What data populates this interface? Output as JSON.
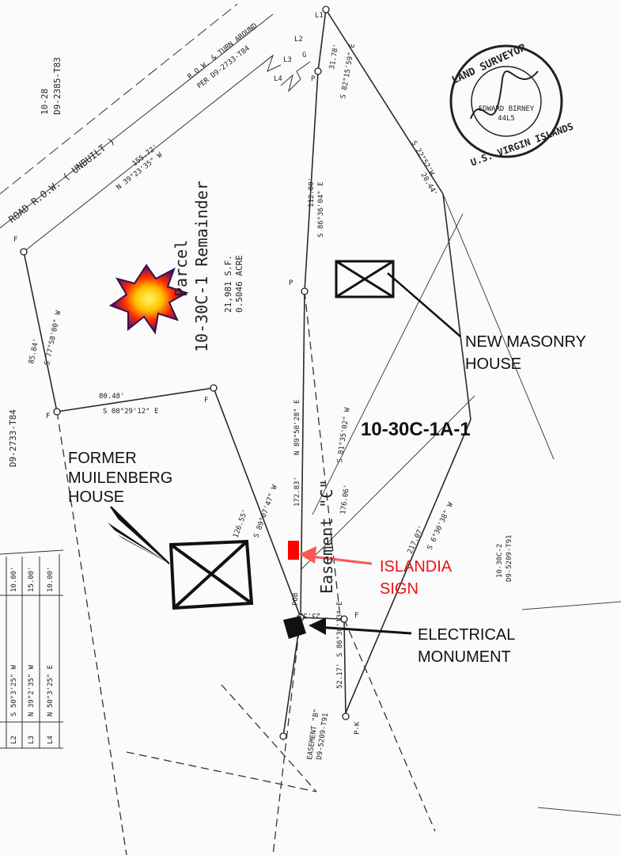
{
  "map": {
    "ref_top_left": [
      "10-28",
      "D9-2385-T83"
    ],
    "ref_left_vertical": "D9-2733-T84",
    "road_row": "ROAD R.O.W. ( UNBUILT )",
    "row_turn": [
      "R.O.W. & TURN AROUND",
      "PER D9-2733-T84"
    ],
    "bearings": {
      "b1": "155.72'",
      "b1b": "N 39°23'35\" W",
      "b2": "85.84'",
      "b2b": "S 77°58'00\" W",
      "b3": "80.48'",
      "b3b": "S 08°29'12\" E",
      "b4": "126.55'",
      "b4b": "S 89°07'47\" W",
      "b5": "112.80'",
      "b5b": "S 86°36'04\" E",
      "b6": "31.78'",
      "b6b": "S 82°15'59\" E",
      "b7": "172.83'",
      "b7b": "N 89°50'28\" E",
      "b8": "176.06'",
      "b8b": "S 81°35'02\" W",
      "b9": "217.07'",
      "b9b": "S 6°30'38\" W",
      "b10": "20.44'",
      "b10b": "S 22°52'W",
      "b11": "52.17'",
      "b11b": "S 86°30'13\" E",
      "b12": "23.32'"
    },
    "parcel_remainder": [
      "Parcel",
      "10-30C-1 Remainder"
    ],
    "parcel_area": [
      "21,981 S.F.",
      "0.5046 ACRE"
    ],
    "parcel_main": "10-30C-1A-1",
    "easement_c": "Easement \"C\"",
    "easement_b": [
      "EASEMENT \"B\"",
      "D9-5209-T91"
    ],
    "right_ref": [
      "10-30C-2",
      "D9-5209-T91"
    ],
    "points": {
      "F": "F",
      "P": "P",
      "POB": "POB",
      "PK": "P-K",
      "L1": "L1",
      "L2": "L2",
      "L3": "L3",
      "L4": "L4",
      "G": "G",
      "C": "C"
    },
    "table": [
      {
        "id": "L2",
        "bearing": "S 50°3'25\" W",
        "dist": "10.00'"
      },
      {
        "id": "L3",
        "bearing": "N 39°2'35\" W",
        "dist": "15.00'"
      },
      {
        "id": "L4",
        "bearing": "N 50°3'25\" E",
        "dist": "10.00'"
      }
    ],
    "seal": {
      "top": "LAND SURVEYOR",
      "bottom": "U.S. VIRGIN ISLANDS",
      "name": "EDWARD BIRNEY",
      "num": "44L5"
    }
  },
  "annotations": {
    "new_house": [
      "NEW MASONRY",
      "HOUSE"
    ],
    "former_house": [
      "FORMER",
      "MUILENBERG",
      "HOUSE"
    ],
    "islandia": [
      "ISLANDIA",
      "SIGN"
    ],
    "electrical": [
      "ELECTRICAL",
      "MONUMENT"
    ]
  },
  "colors": {
    "sign": "#ff0000",
    "sign_arrow": "#ff5555",
    "line": "#2a2a2a",
    "star_outer": "#5b1a7a",
    "star_inner": "#ff3300",
    "star_core": "#ffd400"
  }
}
